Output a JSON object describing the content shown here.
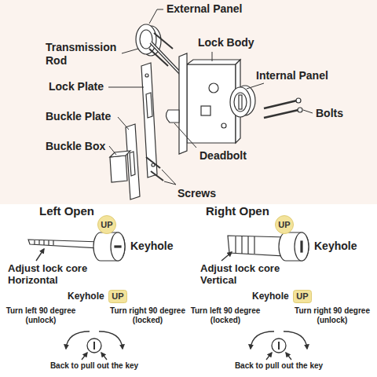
{
  "diagram": {
    "nodes": [
      {
        "text": [
          "UP"
        ]
      },
      {
        "text": [
          "UP"
        ]
      },
      {
        "text": [
          "UP"
        ]
      },
      {
        "text": [
          "UP"
        ]
      }
    ],
    "labels": [
      "External Panel",
      "Transmission Rod",
      "Lock Plate",
      "Buckle Plate",
      "Buckle Box",
      "Lock Body",
      "Internal Panel",
      "Bolts",
      "Deadbolt",
      "Screws",
      "Left Open",
      "Keyhole",
      "Adjust lock core Horizontal",
      "Right Open",
      "Keyhole",
      "Adjust lock core Vertical",
      "Keyhole",
      "Turn left 90 degree (unlock)",
      "Turn right 90 degree (locked)",
      "Back to pull out the key",
      "Keyhole",
      "Turn left 90 degree (locked)",
      "Turn right 90 degree (unlock)",
      "Back to pull out the key"
    ]
  }
}
